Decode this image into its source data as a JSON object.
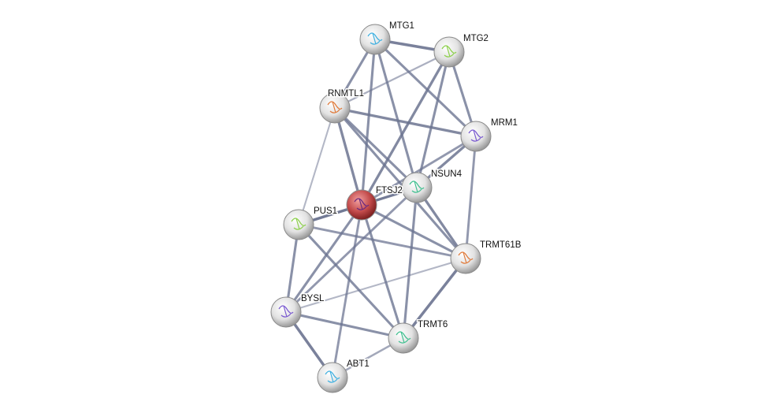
{
  "network": {
    "nodes": [
      {
        "id": "MTG1",
        "label": "MTG1",
        "query": false
      },
      {
        "id": "MTG2",
        "label": "MTG2",
        "query": false
      },
      {
        "id": "RNMTL1",
        "label": "RNMTL1",
        "query": false
      },
      {
        "id": "MRM1",
        "label": "MRM1",
        "query": false
      },
      {
        "id": "NSUN4",
        "label": "NSUN4",
        "query": false
      },
      {
        "id": "FTSJ2",
        "label": "FTSJ2",
        "query": true
      },
      {
        "id": "PUS1",
        "label": "PUS1",
        "query": false
      },
      {
        "id": "TRMT61B",
        "label": "TRMT61B",
        "query": false
      },
      {
        "id": "BYSL",
        "label": "BYSL",
        "query": false
      },
      {
        "id": "TRMT6",
        "label": "TRMT6",
        "query": false
      },
      {
        "id": "ABT1",
        "label": "ABT1",
        "query": false
      }
    ],
    "edges": [
      [
        "MTG1",
        "MTG2",
        1
      ],
      [
        "MTG1",
        "RNMTL1",
        0.8
      ],
      [
        "MTG1",
        "FTSJ2",
        0.8
      ],
      [
        "MTG1",
        "NSUN4",
        0.8
      ],
      [
        "MTG1",
        "MRM1",
        0.8
      ],
      [
        "MTG2",
        "RNMTL1",
        0.4
      ],
      [
        "MTG2",
        "FTSJ2",
        0.9
      ],
      [
        "MTG2",
        "NSUN4",
        0.8
      ],
      [
        "MTG2",
        "MRM1",
        0.8
      ],
      [
        "RNMTL1",
        "MRM1",
        0.9
      ],
      [
        "RNMTL1",
        "FTSJ2",
        0.9
      ],
      [
        "RNMTL1",
        "NSUN4",
        0.8
      ],
      [
        "RNMTL1",
        "TRMT61B",
        0.8
      ],
      [
        "RNMTL1",
        "PUS1",
        0.3
      ],
      [
        "MRM1",
        "NSUN4",
        0.9
      ],
      [
        "MRM1",
        "FTSJ2",
        0.7
      ],
      [
        "MRM1",
        "TRMT61B",
        0.7
      ],
      [
        "NSUN4",
        "FTSJ2",
        0.9
      ],
      [
        "NSUN4",
        "TRMT61B",
        0.9
      ],
      [
        "NSUN4",
        "TRMT6",
        0.8
      ],
      [
        "NSUN4",
        "BYSL",
        0.7
      ],
      [
        "NSUN4",
        "PUS1",
        0.5
      ],
      [
        "FTSJ2",
        "PUS1",
        1
      ],
      [
        "FTSJ2",
        "TRMT61B",
        0.8
      ],
      [
        "FTSJ2",
        "BYSL",
        0.8
      ],
      [
        "FTSJ2",
        "TRMT6",
        0.8
      ],
      [
        "FTSJ2",
        "ABT1",
        0.7
      ],
      [
        "PUS1",
        "TRMT61B",
        0.7
      ],
      [
        "PUS1",
        "BYSL",
        0.8
      ],
      [
        "PUS1",
        "TRMT6",
        0.8
      ],
      [
        "BYSL",
        "TRMT61B",
        0.3
      ],
      [
        "BYSL",
        "TRMT6",
        0.8
      ],
      [
        "BYSL",
        "ABT1",
        1
      ],
      [
        "TRMT61B",
        "TRMT6",
        1
      ],
      [
        "TRMT6",
        "ABT1",
        0.5
      ]
    ]
  },
  "colors": {
    "edge": "#6b7390",
    "node": "#e6e6e6",
    "query_node": "#c24a4a"
  }
}
